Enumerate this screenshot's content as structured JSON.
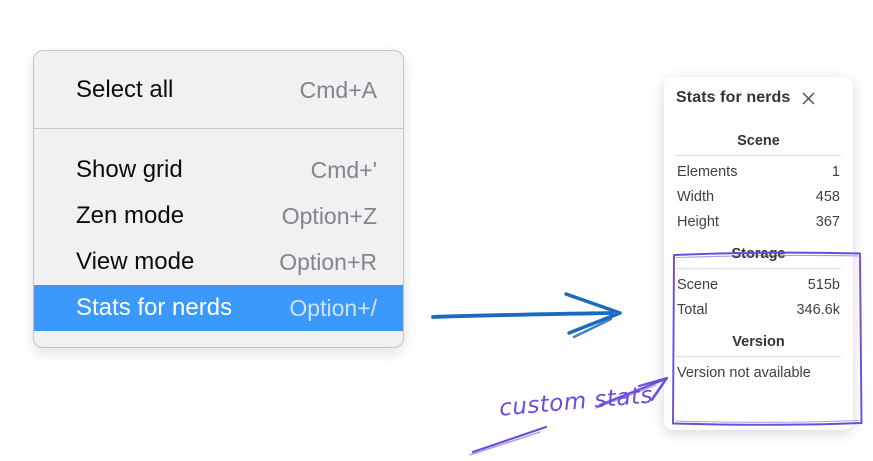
{
  "colors": {
    "menu_highlight": "#3b99fc",
    "arrow_blue": "#1c6abe",
    "annotation_purple": "#6d4cd9"
  },
  "context_menu": {
    "groups": [
      {
        "items": [
          {
            "label": "Select all",
            "shortcut": "Cmd+A",
            "highlighted": false
          }
        ]
      },
      {
        "items": [
          {
            "label": "Show grid",
            "shortcut": "Cmd+'",
            "highlighted": false
          },
          {
            "label": "Zen mode",
            "shortcut": "Option+Z",
            "highlighted": false
          },
          {
            "label": "View mode",
            "shortcut": "Option+R",
            "highlighted": false
          },
          {
            "label": "Stats for nerds",
            "shortcut": "Option+/",
            "highlighted": true
          }
        ]
      }
    ]
  },
  "stats_panel": {
    "title": "Stats for nerds",
    "close_icon": "close-icon",
    "sections": [
      {
        "title": "Scene",
        "rows": [
          [
            "Elements",
            "1"
          ],
          [
            "Width",
            "458"
          ],
          [
            "Height",
            "367"
          ]
        ]
      },
      {
        "title": "Storage",
        "rows": [
          [
            "Scene",
            "515b"
          ],
          [
            "Total",
            "346.6k"
          ]
        ]
      },
      {
        "title": "Version",
        "rows": [],
        "note": "Version not available"
      }
    ]
  },
  "annotations": {
    "custom_stats_label": "custom stats"
  }
}
